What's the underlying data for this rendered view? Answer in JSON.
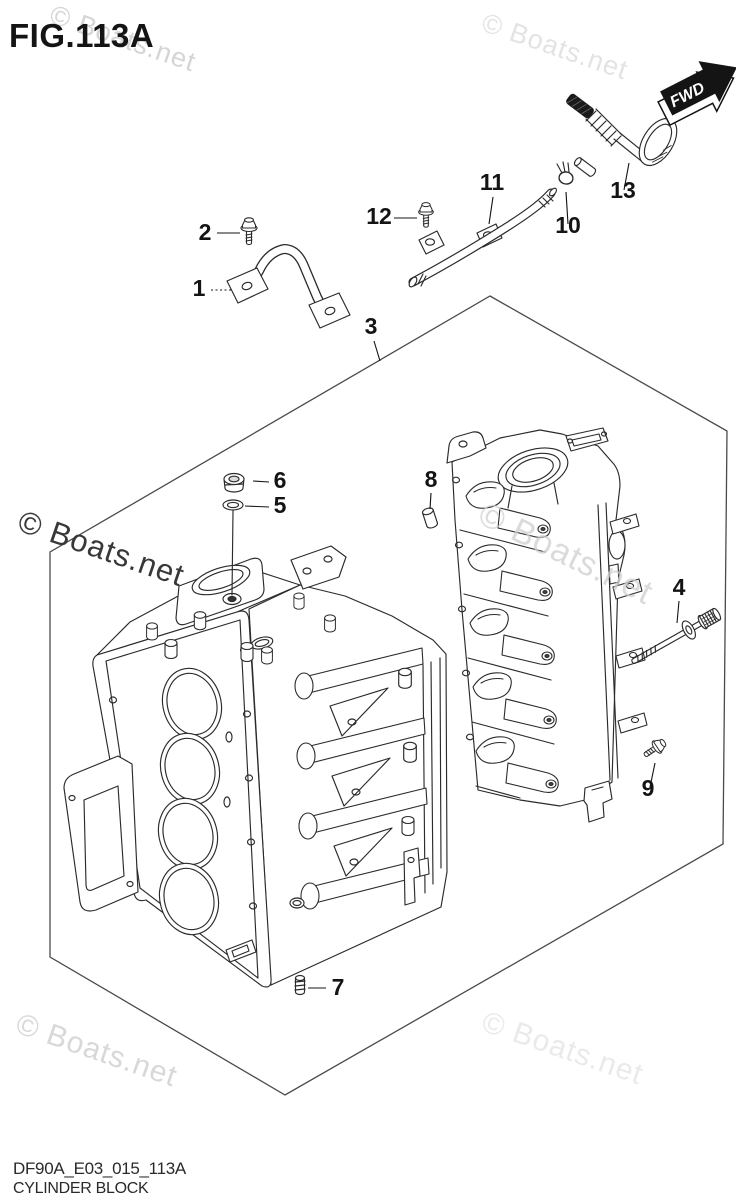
{
  "figure": {
    "title": "FIG.113A"
  },
  "fwd": {
    "label": "FWD"
  },
  "watermark": {
    "text": "© Boats.net"
  },
  "callouts": [
    "1",
    "2",
    "3",
    "4",
    "5",
    "6",
    "7",
    "8",
    "9",
    "10",
    "11",
    "12",
    "13"
  ],
  "footer": {
    "code": "DF90A_E03_015_113A",
    "title": "CYLINDER BLOCK"
  },
  "colors": {
    "line": "#2b2b2b",
    "outline_box": "#4a4a4a",
    "label": "#141414",
    "watermark_dark": "#383838",
    "watermark_light": "#d7d7d7",
    "background": "#ffffff"
  }
}
